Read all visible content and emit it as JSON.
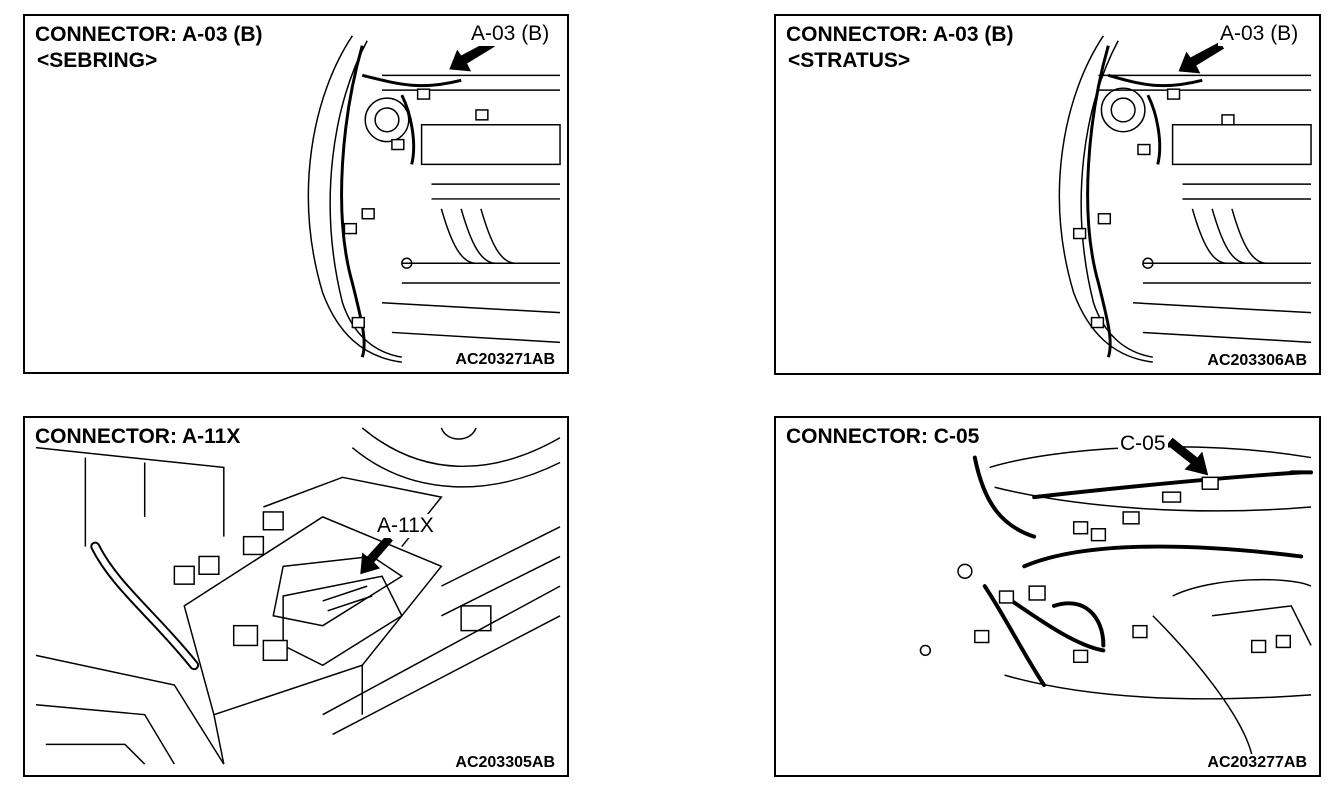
{
  "panels": [
    {
      "title": "CONNECTOR: A-03 (B)",
      "variant": "<SEBRING>",
      "callout": "A-03 (B)",
      "figure_id": "AC203271AB"
    },
    {
      "title": "CONNECTOR: A-03 (B)",
      "variant": "<STRATUS>",
      "callout": "A-03 (B)",
      "figure_id": "AC203306AB"
    },
    {
      "title": "CONNECTOR: A-11X",
      "callout": "A-11X",
      "figure_id": "AC203305AB"
    },
    {
      "title": "CONNECTOR: C-05",
      "callout": "C-05",
      "figure_id": "AC203277AB"
    }
  ]
}
